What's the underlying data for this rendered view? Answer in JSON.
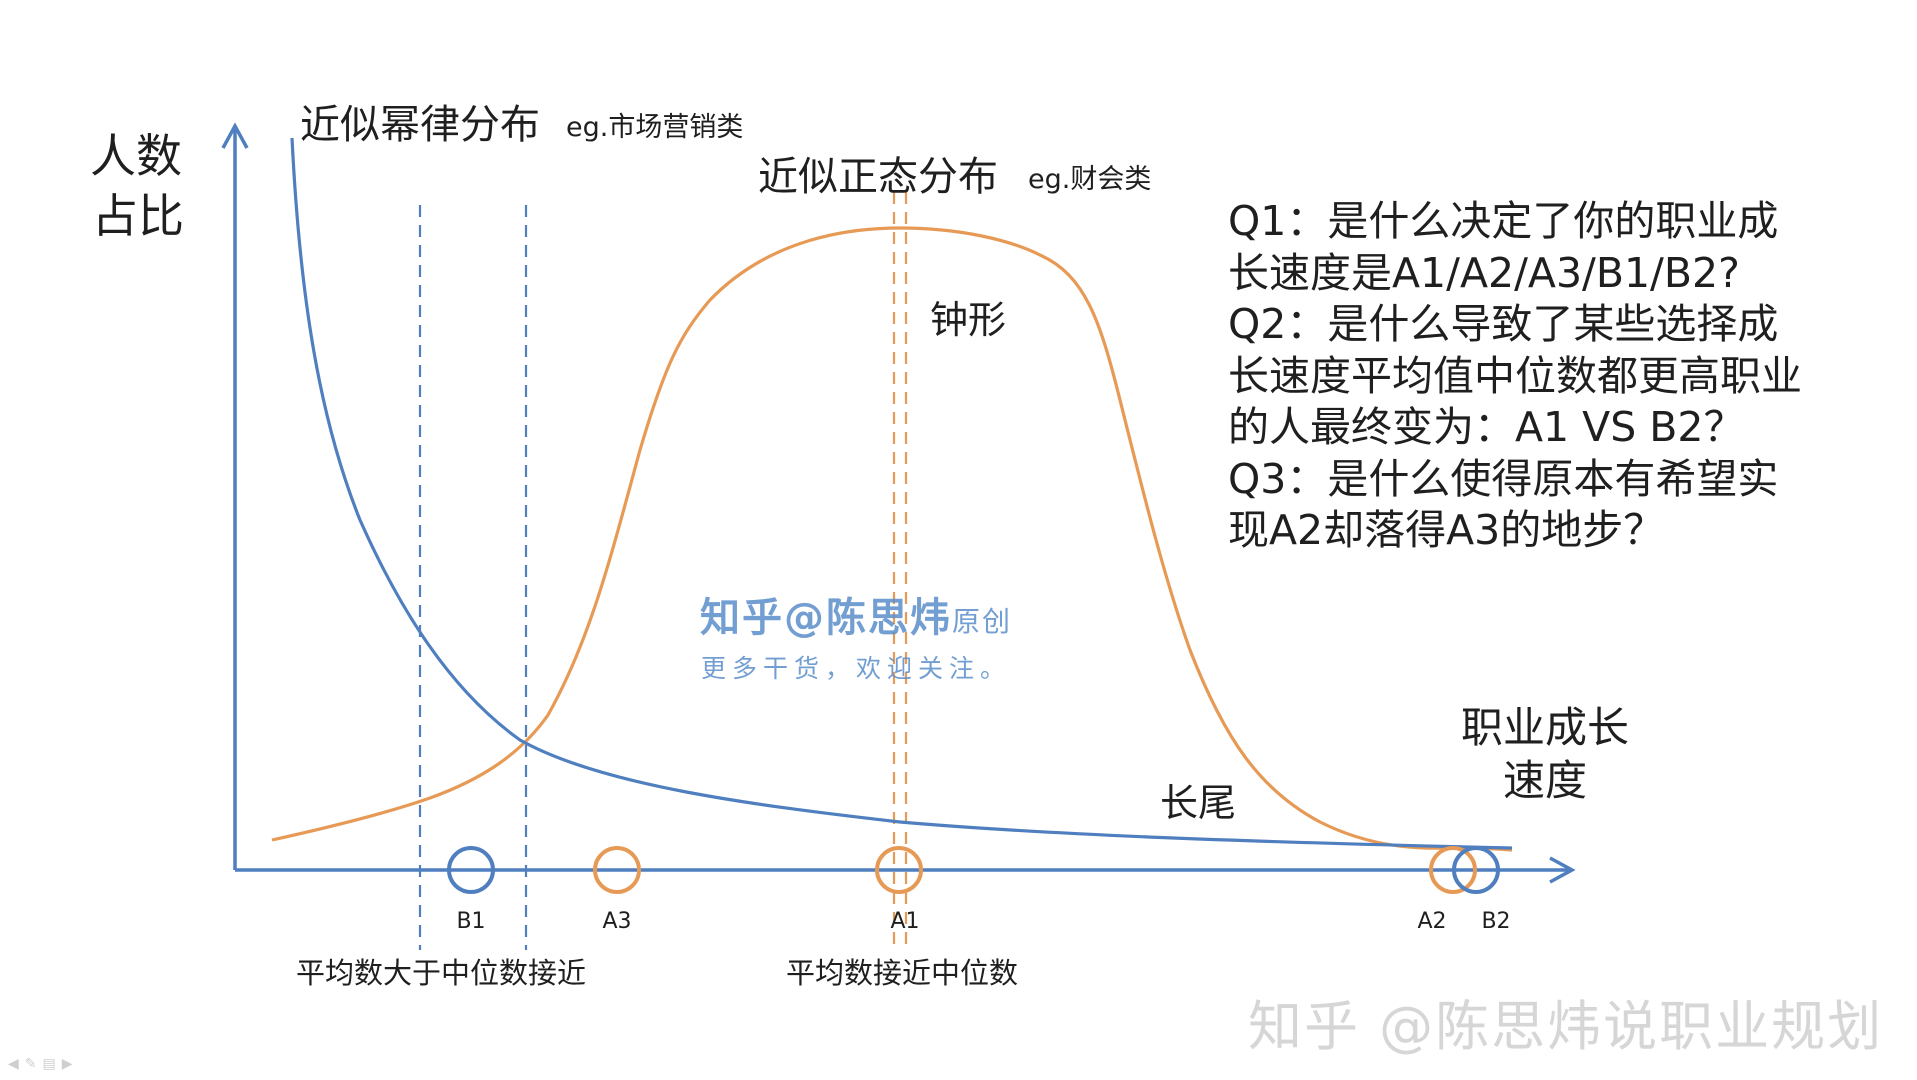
{
  "colors": {
    "power_law": "#4f7fbf",
    "normal": "#e69a55",
    "axis": "#4f7fbf",
    "watermark": "#d6d6d6"
  },
  "chart_data": {
    "type": "line",
    "title": "",
    "xlabel": "职业成长\n速度",
    "ylabel": "人数\n占比",
    "series": [
      {
        "name": "近似幂律分布eg.市场营销类",
        "shape": "power-law"
      },
      {
        "name": "近似正态分布 eg.财会类",
        "shape": "bell"
      }
    ],
    "points": [
      "B1",
      "A3",
      "A1",
      "A2",
      "B2"
    ]
  },
  "labels": {
    "y_axis_line1": "人数",
    "y_axis_line2": "占比",
    "x_axis_line1": "职业成长",
    "x_axis_line2": "速度",
    "power_title": "近似幂律分布",
    "power_eg": "eg.市场营销类",
    "normal_title": "近似正态分布",
    "normal_eg": "eg.财会类",
    "bell": "钟形",
    "long_tail": "长尾",
    "b1": "B1",
    "a3": "A3",
    "a1": "A1",
    "a2": "A2",
    "b2": "B2",
    "note_left": "平均数大于中位数接近",
    "note_center": "平均数接近中位数"
  },
  "questions": [
    "Q1：是什么决定了你的职业成",
    "长速度是A1/A2/A3/B1/B2?",
    "Q2：是什么导致了某些选择成",
    "长速度平均值中位数都更高职业",
    "的人最终变为：A1 VS B2？",
    "Q3：是什么使得原本有希望实",
    "现A2却落得A3的地步？"
  ],
  "center_watermark": {
    "line1": "知乎@陈思炜",
    "line1_suffix": "原创",
    "line2": "更多干货，欢迎关注。"
  },
  "watermark": "知乎 @陈思炜说职业规划"
}
